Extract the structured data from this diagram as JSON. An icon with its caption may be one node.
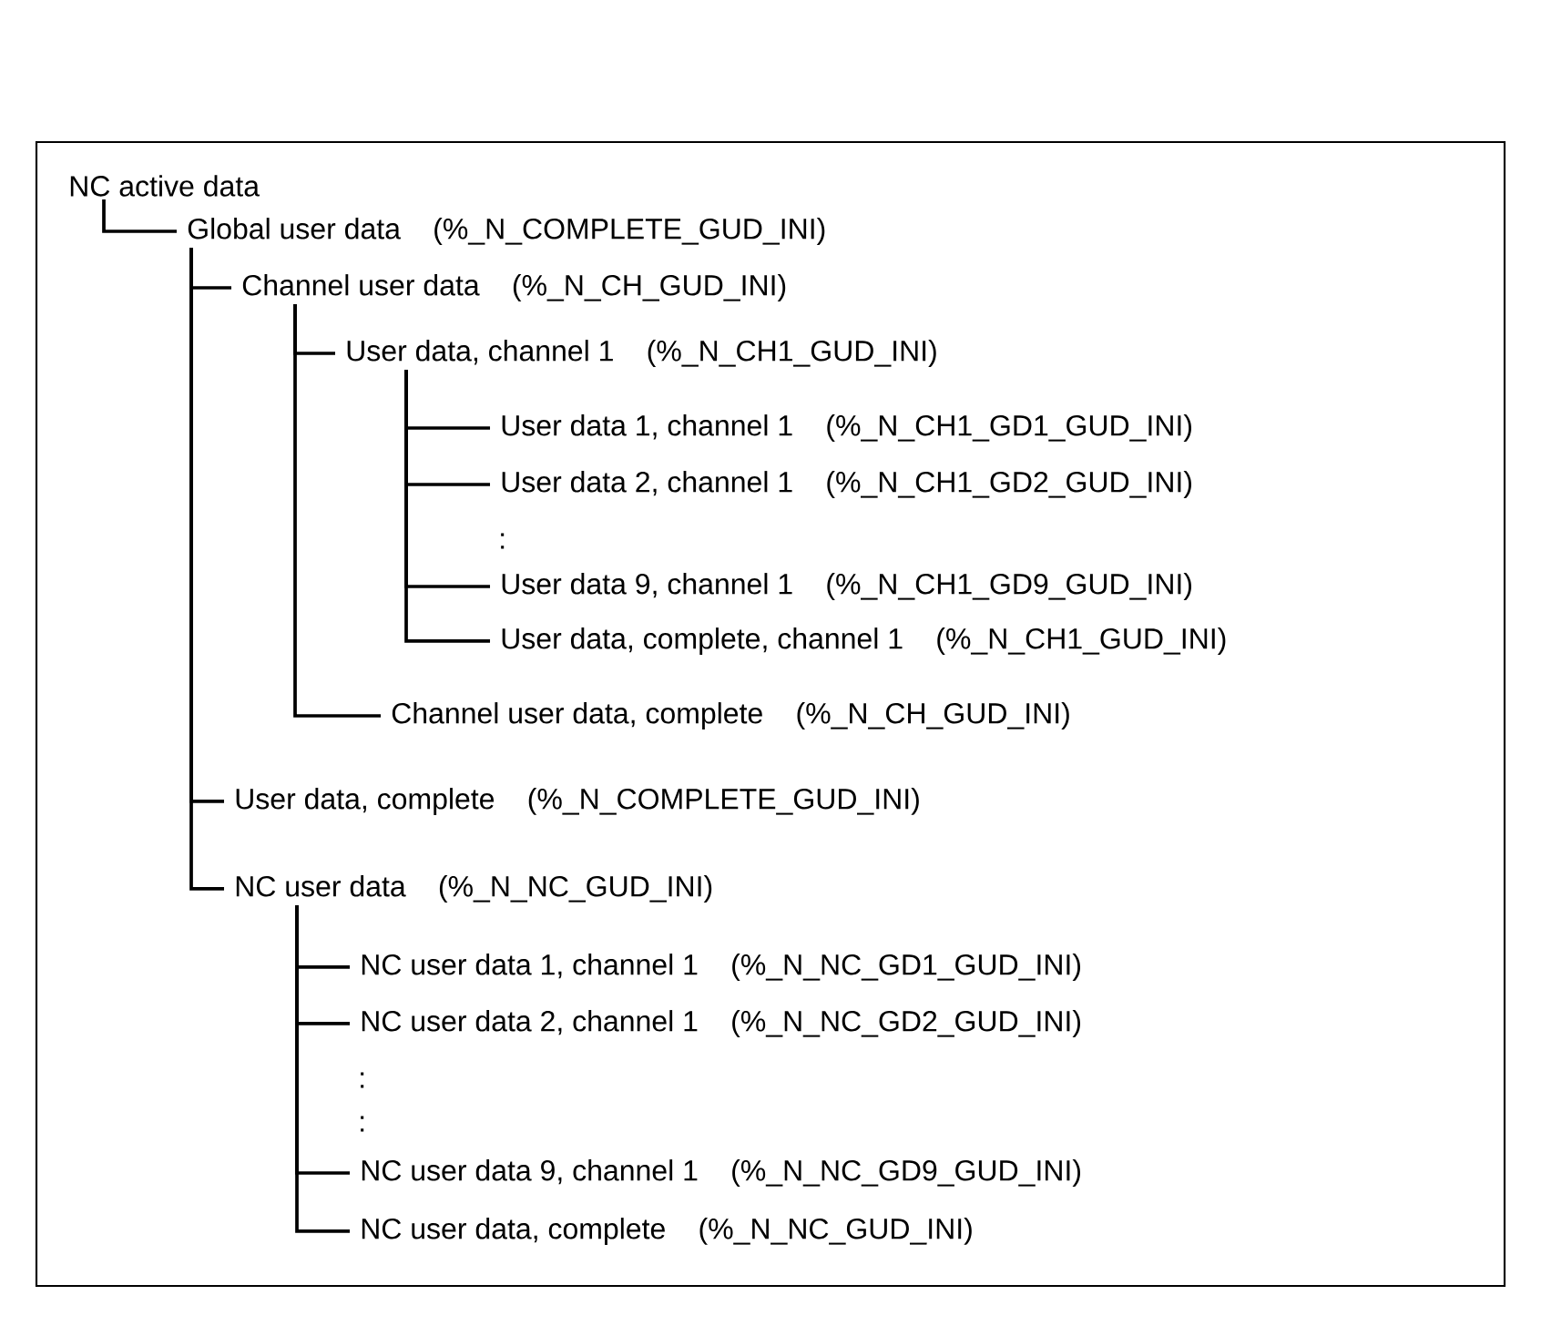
{
  "diagram": {
    "nodes": [
      {
        "text": [
          "NC active data"
        ]
      },
      {
        "text": [
          "Global user data",
          "(%_N_COMPLETE_GUD_INI)"
        ]
      },
      {
        "text": [
          "Channel user data",
          "(%_N_CH_GUD_INI)"
        ]
      },
      {
        "text": [
          "User data, channel 1",
          "(%_N_CH1_GUD_INI)"
        ]
      },
      {
        "text": [
          "User data 1, channel 1",
          "(%_N_CH1_GD1_GUD_INI)"
        ]
      },
      {
        "text": [
          "User data 2, channel 1",
          "(%_N_CH1_GD2_GUD_INI)"
        ]
      },
      {
        "text": [
          "User data 9, channel 1",
          "(%_N_CH1_GD9_GUD_INI)"
        ]
      },
      {
        "text": [
          "User data, complete, channel 1",
          "(%_N_CH1_GUD_INI)"
        ]
      },
      {
        "text": [
          "Channel user data, complete",
          "(%_N_CH_GUD_INI)"
        ]
      },
      {
        "text": [
          "User data, complete",
          "(%_N_COMPLETE_GUD_INI)"
        ]
      },
      {
        "text": [
          "NC user data",
          "(%_N_NC_GUD_INI)"
        ]
      },
      {
        "text": [
          "NC user data 1, channel 1",
          "(%_N_NC_GD1_GUD_INI)"
        ]
      },
      {
        "text": [
          "NC user data 2, channel 1",
          "(%_N_NC_GD2_GUD_INI)"
        ]
      },
      {
        "text": [
          "NC user data 9, channel 1",
          "(%_N_NC_GD9_GUD_INI)"
        ]
      },
      {
        "text": [
          "NC user data, complete",
          "(%_N_NC_GUD_INI)"
        ]
      }
    ],
    "edges": [
      {
        "from": 0,
        "to": 1,
        "arrow": "none"
      },
      {
        "from": 1,
        "to": 2,
        "arrow": "none"
      },
      {
        "from": 2,
        "to": 3,
        "arrow": "none"
      },
      {
        "from": 3,
        "to": 4,
        "arrow": "none"
      },
      {
        "from": 3,
        "to": 5,
        "arrow": "none"
      },
      {
        "from": 3,
        "to": 6,
        "arrow": "none"
      },
      {
        "from": 3,
        "to": 7,
        "arrow": "none"
      },
      {
        "from": 2,
        "to": 8,
        "arrow": "none"
      },
      {
        "from": 1,
        "to": 9,
        "arrow": "none"
      },
      {
        "from": 1,
        "to": 10,
        "arrow": "none"
      },
      {
        "from": 10,
        "to": 11,
        "arrow": "none"
      },
      {
        "from": 10,
        "to": 12,
        "arrow": "none"
      },
      {
        "from": 10,
        "to": 13,
        "arrow": "none"
      },
      {
        "from": 10,
        "to": 14,
        "arrow": "none"
      }
    ],
    "labels": [
      ":",
      ":",
      ":"
    ]
  }
}
